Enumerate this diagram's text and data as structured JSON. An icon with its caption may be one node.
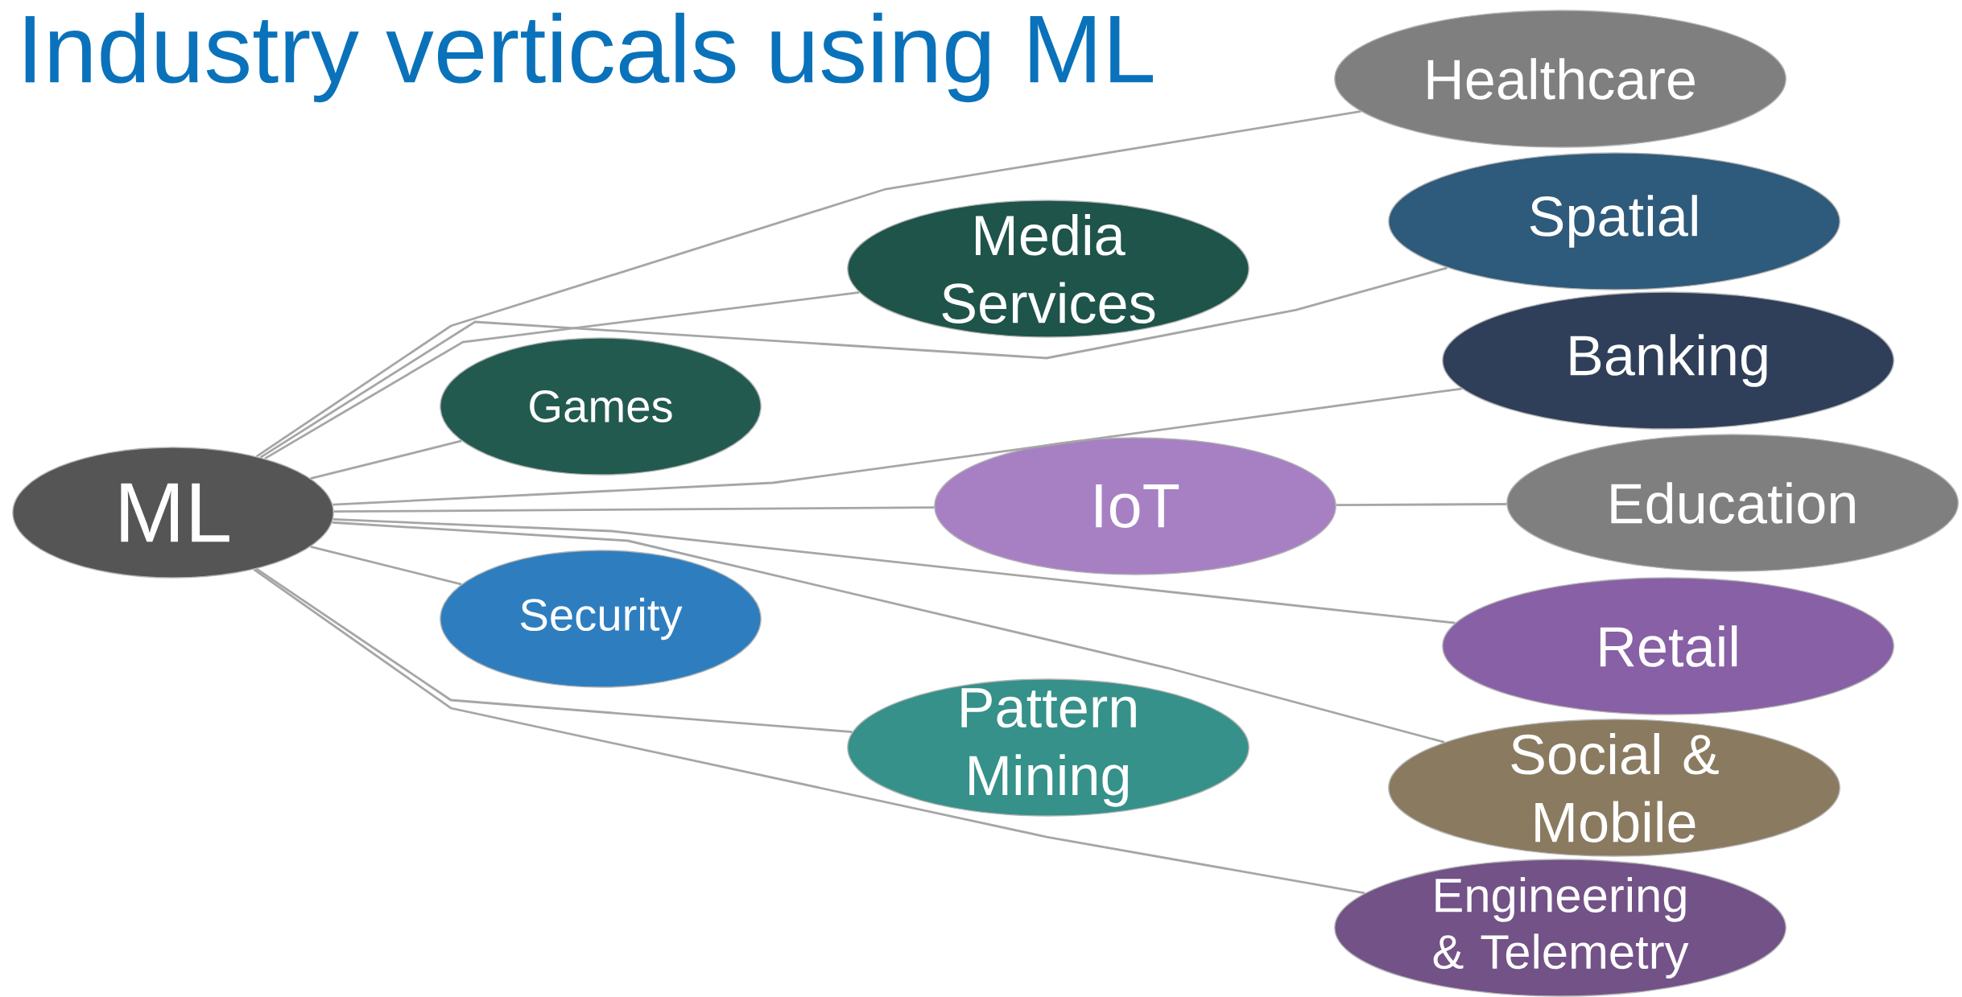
{
  "diagram": {
    "title": "Industry verticals using ML",
    "nodes": [
      {
        "text": [
          "ML"
        ]
      },
      {
        "text": [
          "Games"
        ]
      },
      {
        "text": [
          "Security"
        ]
      },
      {
        "text": [
          "Media Services"
        ]
      },
      {
        "text": [
          "IoT"
        ]
      },
      {
        "text": [
          "Pattern Mining"
        ]
      },
      {
        "text": [
          "Healthcare"
        ]
      },
      {
        "text": [
          "Spatial"
        ]
      },
      {
        "text": [
          "Banking"
        ]
      },
      {
        "text": [
          "Education"
        ]
      },
      {
        "text": [
          "Retail"
        ]
      },
      {
        "text": [
          "Social & Mobile"
        ]
      },
      {
        "text": [
          "Engineering & Telemetry"
        ]
      }
    ],
    "edges": [
      {
        "from": 0,
        "to": 1,
        "arrow": "none"
      },
      {
        "from": 0,
        "to": 2,
        "arrow": "none"
      },
      {
        "from": 0,
        "to": 3,
        "arrow": "none"
      },
      {
        "from": 0,
        "to": 4,
        "arrow": "none"
      },
      {
        "from": 0,
        "to": 5,
        "arrow": "none"
      },
      {
        "from": 0,
        "to": 6,
        "arrow": "none"
      },
      {
        "from": 0,
        "to": 7,
        "arrow": "none"
      },
      {
        "from": 0,
        "to": 8,
        "arrow": "none"
      },
      {
        "from": 4,
        "to": 9,
        "arrow": "none"
      },
      {
        "from": 0,
        "to": 10,
        "arrow": "none"
      },
      {
        "from": 0,
        "to": 11,
        "arrow": "none"
      },
      {
        "from": 0,
        "to": 12,
        "arrow": "none"
      }
    ]
  }
}
